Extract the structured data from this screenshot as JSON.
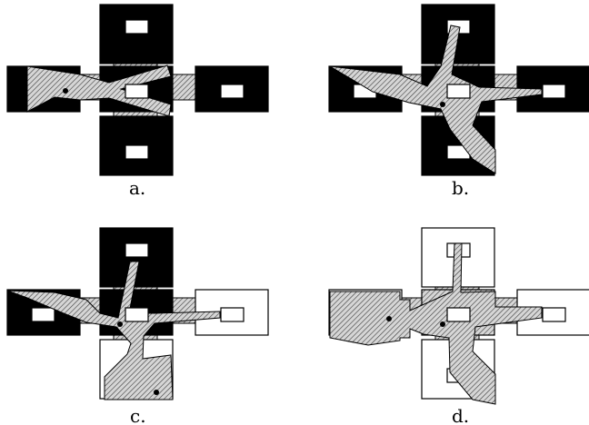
{
  "panels": [
    {
      "label": "a.",
      "blocks": {
        "north": "dark",
        "west": "dark",
        "center": "dark",
        "east": "dark",
        "south": "dark"
      },
      "polygons": [
        [
          [
            30,
            73
          ],
          [
            88,
            82
          ],
          [
            120,
            91
          ],
          [
            184,
            72
          ],
          [
            188,
            84
          ],
          [
            133,
            98
          ],
          [
            188,
            115
          ],
          [
            186,
            128
          ],
          [
            120,
            108
          ],
          [
            88,
            110
          ],
          [
            60,
            107
          ],
          [
            30,
            123
          ]
        ]
      ],
      "dots": [
        [
          72,
          100
        ]
      ]
    },
    {
      "label": "b.",
      "blocks": {
        "north": "dark",
        "west": "dark",
        "center": "dark",
        "east": "dark",
        "south": "dark"
      },
      "polygons": [
        [
          [
            363,
            73
          ],
          [
            440,
            82
          ],
          [
            470,
            95
          ],
          [
            485,
            73
          ],
          [
            496,
            28
          ],
          [
            506,
            30
          ],
          [
            497,
            82
          ],
          [
            527,
            96
          ],
          [
            596,
            98
          ],
          [
            596,
            104
          ],
          [
            530,
            112
          ],
          [
            520,
            138
          ],
          [
            545,
            165
          ],
          [
            545,
            191
          ],
          [
            520,
            175
          ],
          [
            495,
            142
          ],
          [
            485,
            120
          ],
          [
            450,
            113
          ],
          [
            410,
            101
          ]
        ]
      ],
      "dots": [
        [
          487,
          115
        ]
      ]
    },
    {
      "label": "c.",
      "blocks": {
        "north": "dark",
        "west": "dark",
        "center": "dark",
        "east": "white-top",
        "south": "white"
      },
      "polygons": [
        [
          [
            8,
            320
          ],
          [
            60,
            322
          ],
          [
            95,
            330
          ],
          [
            110,
            345
          ],
          [
            130,
            350
          ],
          [
            143,
            288
          ],
          [
            153,
            288
          ],
          [
            142,
            345
          ],
          [
            170,
            345
          ],
          [
            242,
            343
          ],
          [
            242,
            350
          ],
          [
            170,
            356
          ],
          [
            158,
            370
          ],
          [
            157,
            395
          ],
          [
            188,
            391
          ],
          [
            190,
            440
          ],
          [
            115,
            440
          ],
          [
            115,
            415
          ],
          [
            140,
            390
          ],
          [
            144,
            378
          ],
          [
            128,
            360
          ],
          [
            95,
            355
          ],
          [
            70,
            345
          ],
          [
            30,
            328
          ]
        ]
      ],
      "dots": [
        [
          132,
          357
        ],
        [
          172,
          432
        ]
      ]
    },
    {
      "label": "d.",
      "blocks": {
        "north": "white",
        "west": "white",
        "center": "hatched",
        "east": "white",
        "south": "white"
      },
      "polygons": [
        [
          [
            363,
            321
          ],
          [
            440,
            321
          ],
          [
            440,
            330
          ],
          [
            451,
            330
          ],
          [
            451,
            342
          ],
          [
            498,
            321
          ],
          [
            500,
            268
          ],
          [
            508,
            268
          ],
          [
            507,
            322
          ],
          [
            545,
            321
          ],
          [
            545,
            338
          ],
          [
            596,
            338
          ],
          [
            596,
            350
          ],
          [
            523,
            360
          ],
          [
            520,
            387
          ],
          [
            545,
            412
          ],
          [
            545,
            445
          ],
          [
            520,
            440
          ],
          [
            495,
            410
          ],
          [
            494,
            372
          ],
          [
            466,
            368
          ],
          [
            451,
            362
          ],
          [
            451,
            372
          ],
          [
            440,
            372
          ],
          [
            440,
            375
          ],
          [
            405,
            380
          ],
          [
            363,
            372
          ]
        ]
      ],
      "dots": [
        [
          428,
          351
        ],
        [
          487,
          357
        ]
      ]
    }
  ]
}
